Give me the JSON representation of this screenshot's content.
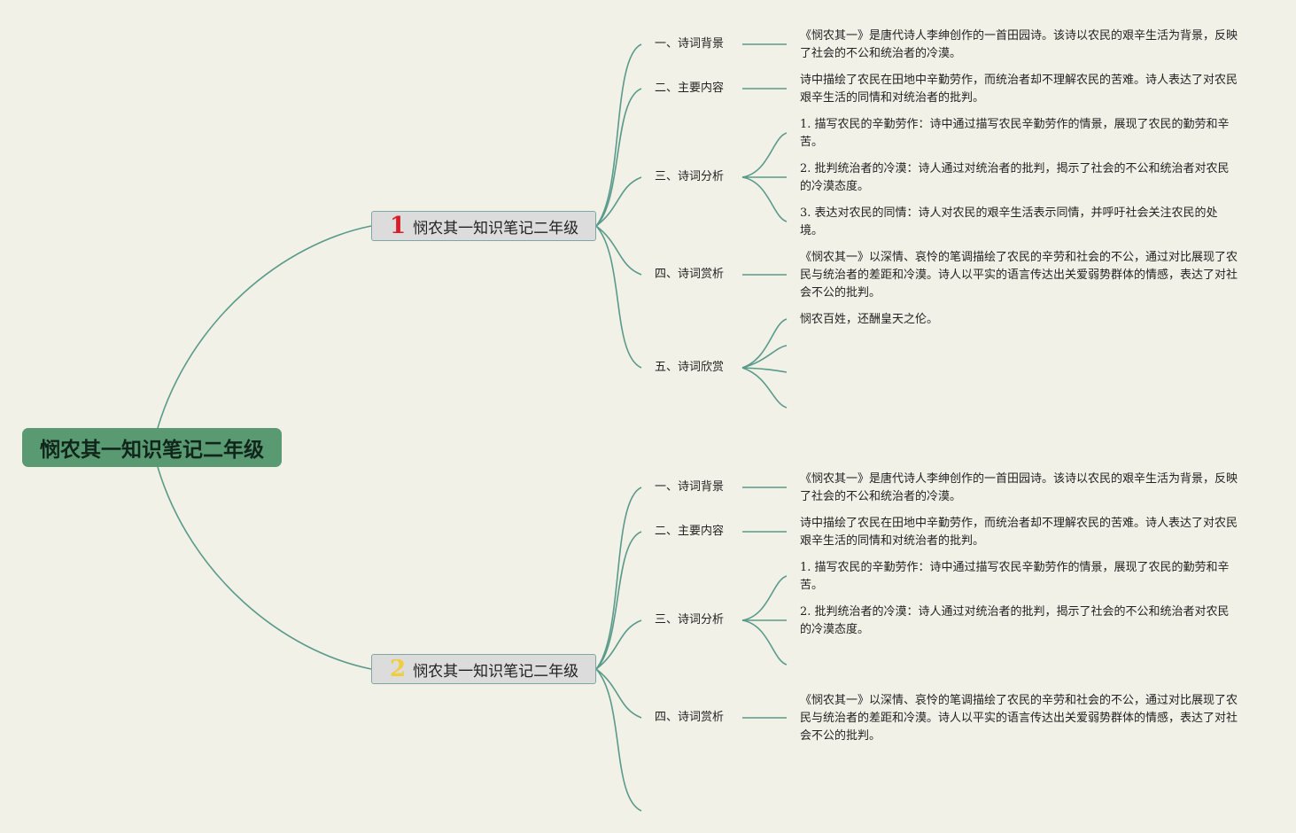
{
  "root": {
    "title": "悯农其一知识笔记二年级"
  },
  "colors": {
    "connector": "#5a9a8a",
    "root_bg": "#5a9a72",
    "background": "#f2f1e8",
    "num1": "#d81e2a",
    "num2": "#f0cd3c"
  },
  "branches": [
    {
      "number": "1",
      "title": "悯农其一知识笔记二年级",
      "topics": [
        {
          "label": "一、诗词背景",
          "leaves": [
            "《悯农其一》是唐代诗人李绅创作的一首田园诗。该诗以农民的艰辛生活为背景，反映了社会的不公和统治者的冷漠。"
          ]
        },
        {
          "label": "二、主要内容",
          "leaves": [
            "诗中描绘了农民在田地中辛勤劳作，而统治者却不理解农民的苦难。诗人表达了对农民艰辛生活的同情和对统治者的批判。"
          ]
        },
        {
          "label": "三、诗词分析",
          "leaves": [
            "1. 描写农民的辛勤劳作：诗中通过描写农民辛勤劳作的情景，展现了农民的勤劳和辛苦。",
            "2. 批判统治者的冷漠：诗人通过对统治者的批判，揭示了社会的不公和统治者对农民的冷漠态度。",
            "3. 表达对农民的同情：诗人对农民的艰辛生活表示同情，并呼吁社会关注农民的处境。"
          ]
        },
        {
          "label": "四、诗词赏析",
          "leaves": [
            "《悯农其一》以深情、哀怜的笔调描绘了农民的辛劳和社会的不公，通过对比展现了农民与统治者的差距和冷漠。诗人以平实的语言传达出关爱弱势群体的情感，表达了对社会不公的批判。"
          ]
        },
        {
          "label": "五、诗词欣赏",
          "leaves": [
            "悯农百姓，还酬皇天之伦。"
          ]
        }
      ]
    },
    {
      "number": "2",
      "title": "悯农其一知识笔记二年级",
      "topics": [
        {
          "label": "一、诗词背景",
          "leaves": [
            "《悯农其一》是唐代诗人李绅创作的一首田园诗。该诗以农民的艰辛生活为背景，反映了社会的不公和统治者的冷漠。"
          ]
        },
        {
          "label": "二、主要内容",
          "leaves": [
            "诗中描绘了农民在田地中辛勤劳作，而统治者却不理解农民的苦难。诗人表达了对农民艰辛生活的同情和对统治者的批判。"
          ]
        },
        {
          "label": "三、诗词分析",
          "leaves": [
            "1. 描写农民的辛勤劳作：诗中通过描写农民辛勤劳作的情景，展现了农民的勤劳和辛苦。",
            "2. 批判统治者的冷漠：诗人通过对统治者的批判，揭示了社会的不公和统治者对农民的冷漠态度。"
          ]
        },
        {
          "label": "四、诗词赏析",
          "leaves": [
            "《悯农其一》以深情、哀怜的笔调描绘了农民的辛劳和社会的不公，通过对比展现了农民与统治者的差距和冷漠。诗人以平实的语言传达出关爱弱势群体的情感，表达了对社会不公的批判。"
          ]
        }
      ]
    }
  ]
}
